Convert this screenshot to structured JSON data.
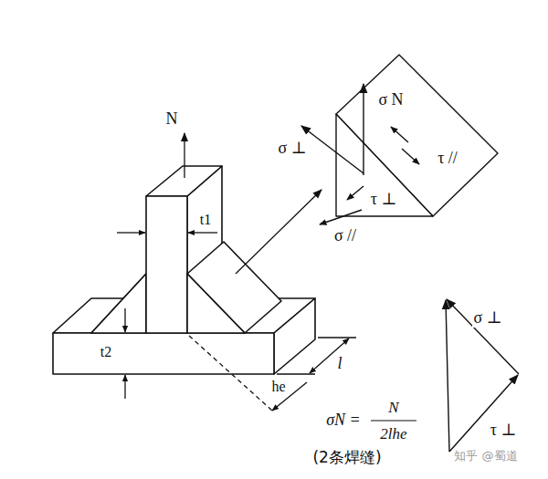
{
  "diagram": {
    "labels": [
      "N",
      "t1",
      "σ N",
      "σ ⊥",
      "τ //",
      "τ ⊥",
      "σ //",
      "t2",
      "l",
      "he",
      "σN =",
      "N",
      "2lhe",
      "(2条焊缝)",
      "σ ⊥",
      "τ ⊥",
      "知乎 @蜀道"
    ]
  }
}
